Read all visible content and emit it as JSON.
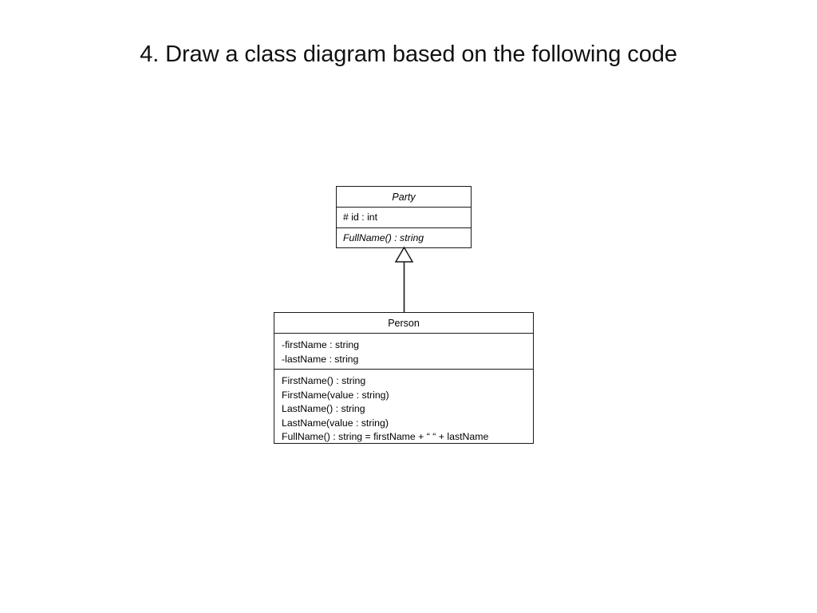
{
  "slide": {
    "title": "4. Draw a class diagram based on the following code",
    "background_color": "#ffffff",
    "line_color": "#1a1a1a",
    "text_color": "#000000"
  },
  "diagram": {
    "type": "uml-class-diagram",
    "classes": [
      {
        "key": "party",
        "name": "Party",
        "is_abstract": true,
        "attributes": [
          {
            "text": "# id : int",
            "is_abstract": false
          }
        ],
        "operations": [
          {
            "text": "FullName() : string",
            "is_abstract": true
          }
        ]
      },
      {
        "key": "person",
        "name": "Person",
        "is_abstract": false,
        "attributes": [
          {
            "text": "-firstName : string",
            "is_abstract": false
          },
          {
            "text": "-lastName : string",
            "is_abstract": false
          }
        ],
        "operations": [
          {
            "text": "FirstName() : string",
            "is_abstract": false
          },
          {
            "text": "FirstName(value : string)",
            "is_abstract": false
          },
          {
            "text": "LastName() : string",
            "is_abstract": false
          },
          {
            "text": "LastName(value : string)",
            "is_abstract": false
          },
          {
            "text": "FullName() : string = firstName + “ “ + lastName",
            "is_abstract": false
          }
        ]
      }
    ],
    "relationships": [
      {
        "key": "person-extends-party",
        "kind": "generalization",
        "source": "Person",
        "target": "Party",
        "arrow": "hollow-triangle",
        "line_style": "solid"
      }
    ]
  }
}
